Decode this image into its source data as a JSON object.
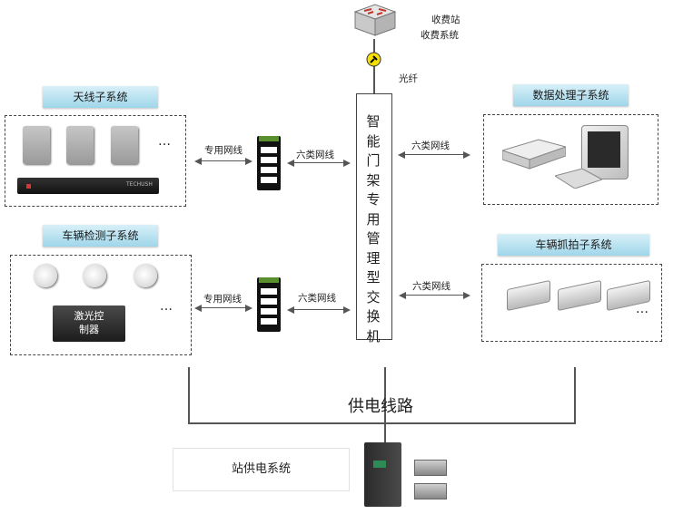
{
  "top": {
    "line1": "收费站",
    "line2": "收费系统",
    "fiber_label": "光纤"
  },
  "antenna": {
    "title": "天线子系统",
    "ellipsis": "…",
    "reader_logo": "TECHUSH"
  },
  "data_proc": {
    "title": "数据处理子系统"
  },
  "vehicle_detect": {
    "title": "车辆检测子系统",
    "laser_line1": "激光控",
    "laser_line2": "制器",
    "ellipsis": "…"
  },
  "vehicle_capture": {
    "title": "车辆抓拍子系统",
    "ellipsis": "…"
  },
  "links": {
    "dedicated_top": "专用网线",
    "cat6_top": "六类网线",
    "cat6_right_top": "六类网线",
    "dedicated_bottom": "专用网线",
    "cat6_bottom": "六类网线",
    "cat6_right_bottom": "六类网线"
  },
  "core_switch": {
    "chars": [
      "智",
      "能",
      "门",
      "架",
      "专",
      "用",
      "管",
      "理",
      "型",
      "交",
      "换",
      "机"
    ]
  },
  "power": {
    "bus_label": "供电线路",
    "station_label": "站供电系统"
  }
}
